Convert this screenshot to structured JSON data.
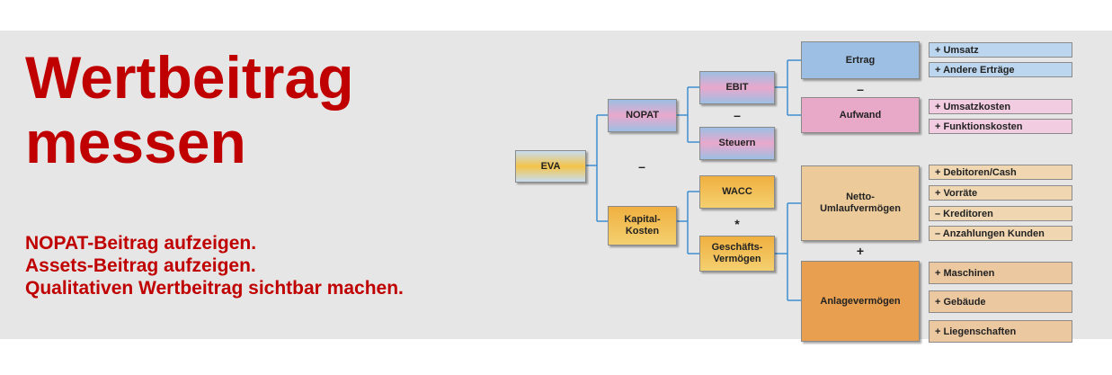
{
  "title": {
    "line1": "Wertbeitrag",
    "line2": "messen"
  },
  "points": [
    "NOPAT-Beitrag aufzeigen.",
    "Assets-Beitrag aufzeigen.",
    "Qualitativen Wertbeitrag sichtbar machen."
  ],
  "diagram": {
    "eva": "EVA",
    "nopat": "NOPAT",
    "kapitalkosten": "Kapital-\nKosten",
    "ebit": "EBIT",
    "steuern": "Steuern",
    "wacc": "WACC",
    "geschaeftsvermoegen": "Geschäfts-\nVermögen",
    "ertrag": "Ertrag",
    "aufwand": "Aufwand",
    "netto": "Netto-\nUmlaufvermögen",
    "anlage": "Anlagevermögen",
    "ops": {
      "eva_minus": "–",
      "nopat_minus": "–",
      "times": "*",
      "ertrag_minus": "–",
      "plus": "+"
    },
    "items": {
      "umsatz": "+ Umsatz",
      "andere": "+ Andere Erträge",
      "umsatzkosten": "+ Umsatzkosten",
      "funktionskosten": "+ Funktionskosten",
      "debitoren": "+ Debitoren/Cash",
      "vorraete": "+ Vorräte",
      "kreditoren": "– Kreditoren",
      "anzahlungen": "– Anzahlungen Kunden",
      "maschinen": "+ Maschinen",
      "gebaeude": "+ Gebäude",
      "liegenschaften": "+ Liegenschaften"
    }
  },
  "colors": {
    "accent": "#c00000",
    "banner": "#e6e6e6",
    "blue": "#9dbfe3",
    "pink": "#e8a8c8",
    "orange": "#f0b040",
    "sand": "#ecca9a",
    "darkorange": "#e8a050"
  }
}
